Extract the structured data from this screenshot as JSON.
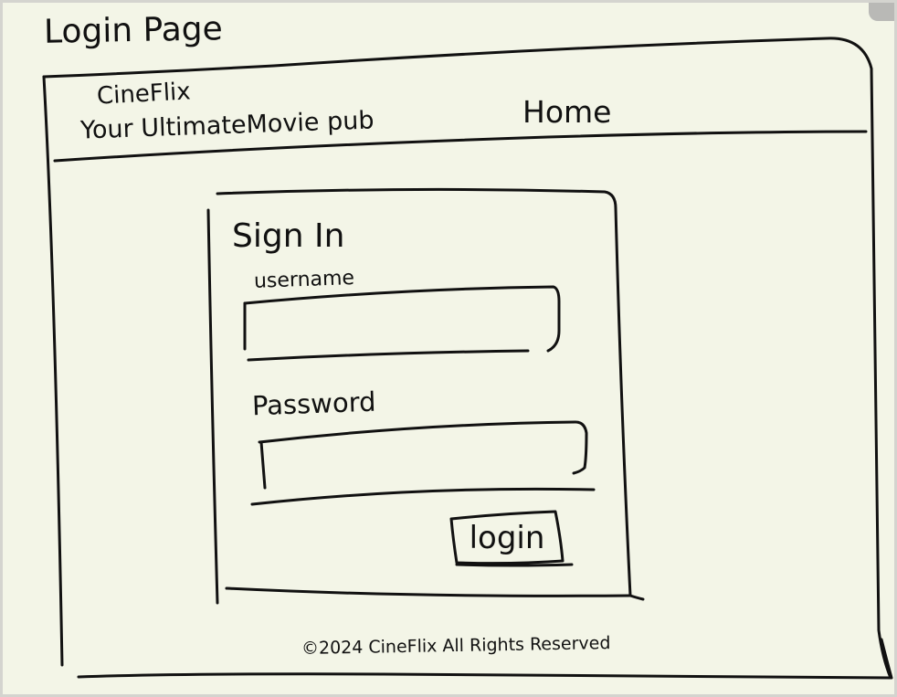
{
  "sketch": {
    "caption": "Login Page"
  },
  "header": {
    "brand_name": "CineFlix",
    "tagline": "Your UltimateMovie pub",
    "nav_home": "Home"
  },
  "login_card": {
    "title": "Sign In",
    "username_label": "username",
    "username_value": "",
    "password_label": "Password",
    "password_value": "",
    "login_button": "login"
  },
  "footer": {
    "text": "©2024 CineFlix All Rights Reserved"
  }
}
